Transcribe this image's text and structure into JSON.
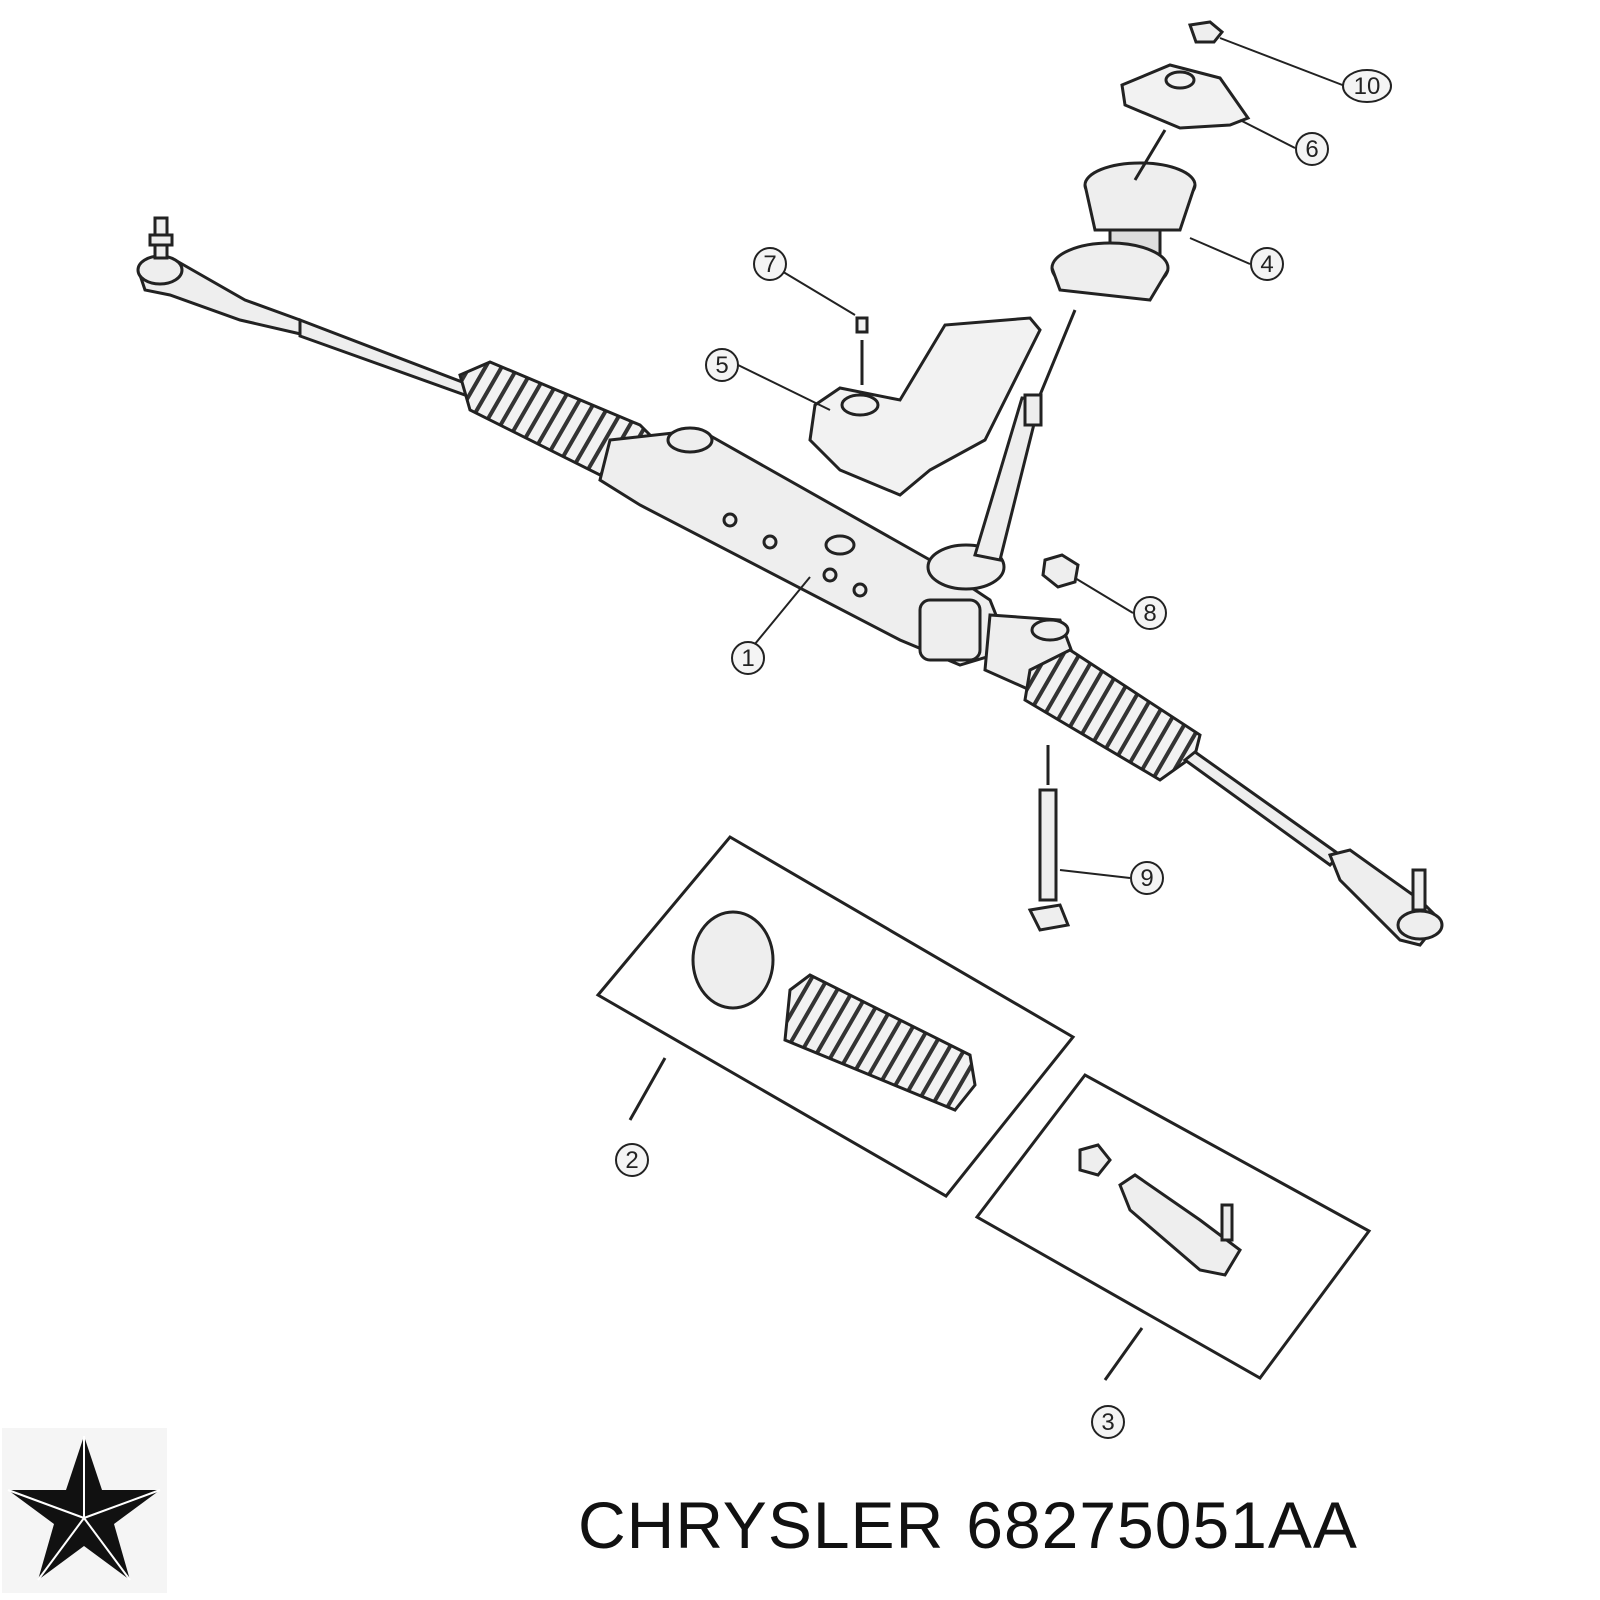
{
  "diagram": {
    "callouts": [
      {
        "id": "c1",
        "label": "1"
      },
      {
        "id": "c2",
        "label": "2"
      },
      {
        "id": "c3",
        "label": "3"
      },
      {
        "id": "c4",
        "label": "4"
      },
      {
        "id": "c5",
        "label": "5"
      },
      {
        "id": "c6",
        "label": "6"
      },
      {
        "id": "c7",
        "label": "7"
      },
      {
        "id": "c8",
        "label": "8"
      },
      {
        "id": "c9",
        "label": "9"
      },
      {
        "id": "c10",
        "label": "10"
      }
    ]
  },
  "footer": {
    "brand": "CHRYSLER",
    "part_number": "68275051AA"
  },
  "logo": {
    "icon": "chrysler-pentastar-icon"
  },
  "colors": {
    "line": "#222222",
    "callout_fill": "#f4f4f4",
    "part_fill": "#eeeeee"
  }
}
